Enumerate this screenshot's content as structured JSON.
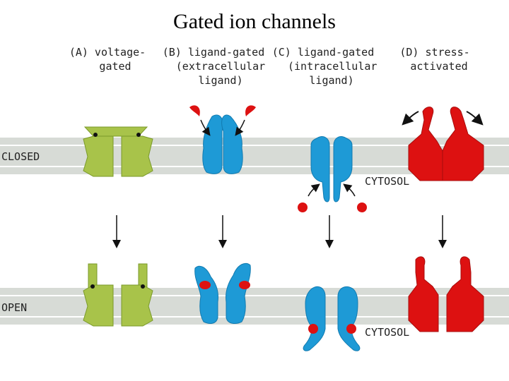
{
  "title": "Gated ion channels",
  "panels": {
    "a": {
      "line1": "(A) voltage-",
      "line2": "gated"
    },
    "b": {
      "line1": "(B) ligand-gated",
      "line2": "(extracellular",
      "line3": "ligand)"
    },
    "c": {
      "line1": "(C) ligand-gated",
      "line2": "(intracellular",
      "line3": "ligand)"
    },
    "d": {
      "line1": "(D) stress-",
      "line2": "activated"
    }
  },
  "states": {
    "closed": "CLOSED",
    "open": "OPEN"
  },
  "cytosol": "CYTOSOL",
  "colors": {
    "voltage": "#a8c34a",
    "ligand": "#1e9ad6",
    "stress": "#dd1111",
    "membrane": "#d7dbd6",
    "membrane_line": "#ffffff"
  }
}
